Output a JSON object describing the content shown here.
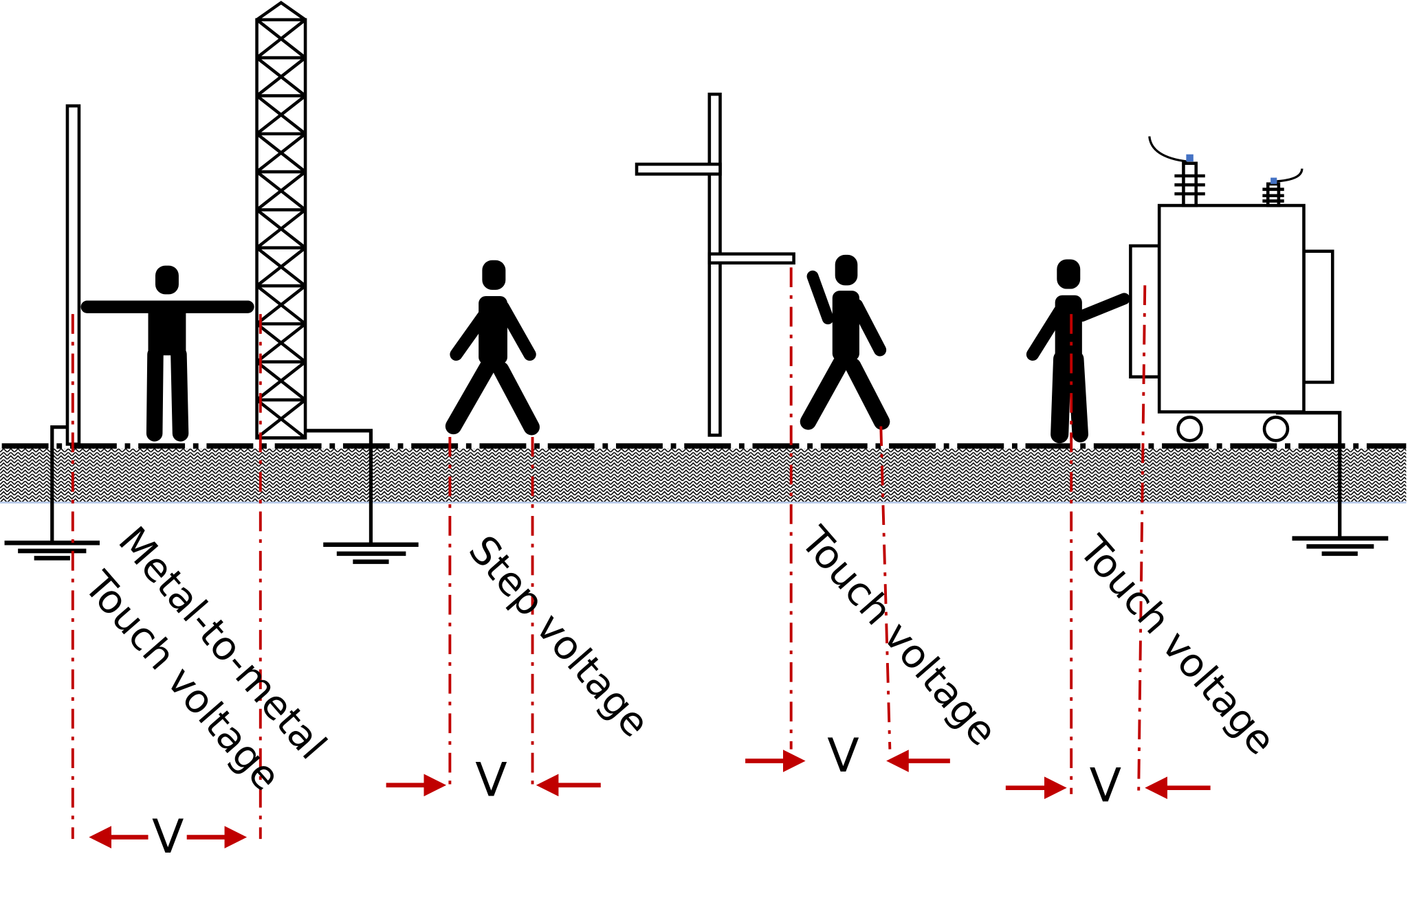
{
  "labels": {
    "metal_to_metal": "Metal-to-metal",
    "touch_voltage_1": "Touch voltage",
    "step_voltage": "Step voltage",
    "touch_voltage_2": "Touch voltage",
    "touch_voltage_3": "Touch voltage",
    "v1": "V",
    "v2": "V",
    "v3": "V",
    "v4": "V"
  },
  "colors": {
    "measurement": "#c00000",
    "structure": "#000000",
    "soil_edge": "#b4c7e7",
    "bushing_cap": "#4472c4"
  }
}
